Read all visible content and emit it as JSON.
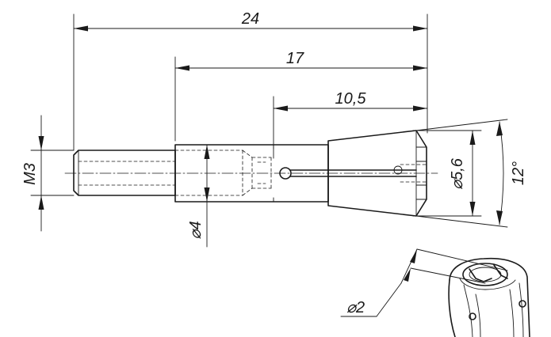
{
  "dimensions": {
    "overall_length": "24",
    "body_length": "17",
    "collet_length": "10,5",
    "thread": "M3",
    "body_diameter": "⌀4",
    "head_diameter": "⌀5,6",
    "angle": "12°",
    "bore_diameter": "⌀2"
  }
}
